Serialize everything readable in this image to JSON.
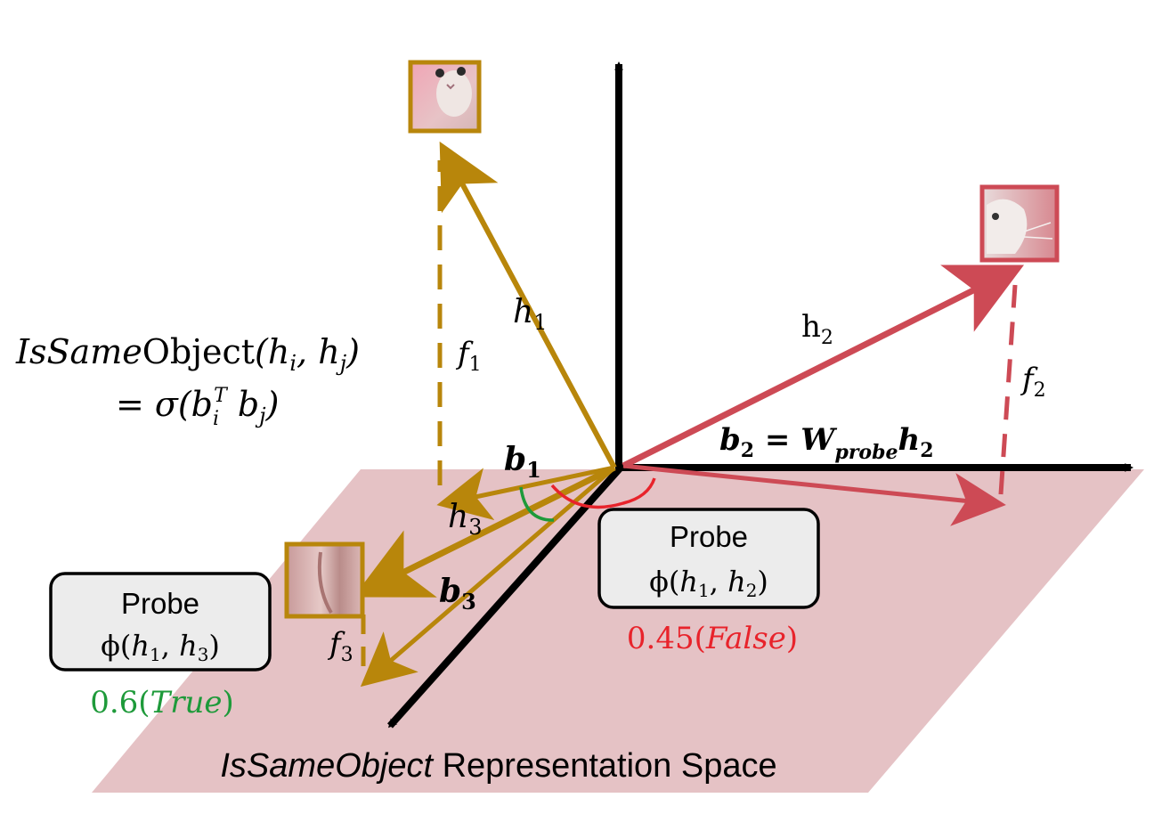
{
  "formula": {
    "line1": "IsSameObject(h_i, h_j)",
    "line2": "= σ(b_i^T b_j)"
  },
  "vectors": {
    "h1": "h_1",
    "h2": "h_2",
    "h3": "h_3",
    "f1": "f_1",
    "f2": "f_2",
    "f3": "f_3",
    "b1": "b_1",
    "b3": "b_3",
    "b2_eq": "b_2 = W_probe h_2"
  },
  "probe_left": {
    "title": "Probe",
    "func": "ϕ(h_1, h_3)",
    "score": "0.6(True)"
  },
  "probe_right": {
    "title": "Probe",
    "func": "ϕ(h_1, h_2)",
    "score": "0.45(False)"
  },
  "space_label": {
    "italic_part": "IsSameObject",
    "rest": " Representation Space"
  },
  "colors": {
    "gold": "#b8860b",
    "red": "#cd4a55",
    "plane": "#e5c2c5",
    "green": "#1e9a3a",
    "score_red": "#e8232b",
    "axis": "#000000"
  },
  "icons": [
    "cat-face-thumbnail",
    "cat-profile-thumbnail",
    "cat-fur-closeup-thumbnail"
  ]
}
